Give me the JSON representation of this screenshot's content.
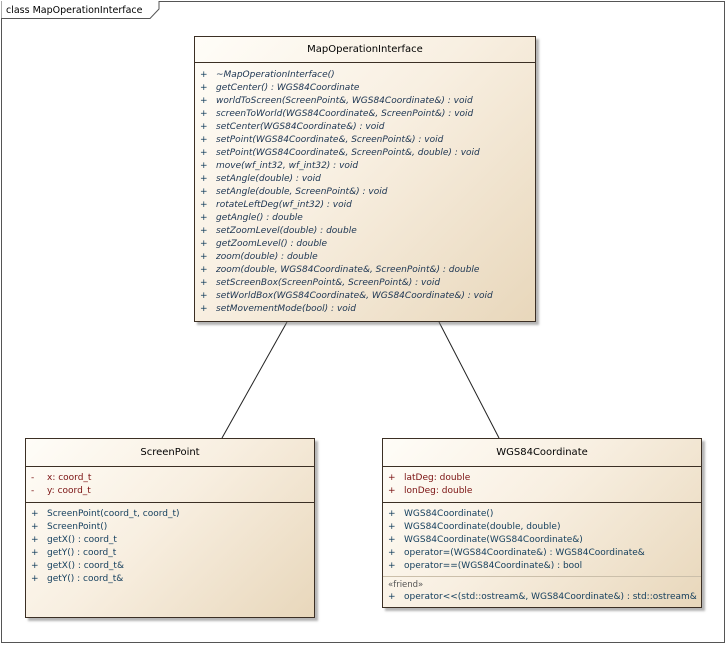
{
  "frame": {
    "label": "class MapOperationInterface"
  },
  "classes": {
    "map_operation_interface": {
      "name": "MapOperationInterface",
      "operations": [
        {
          "vis": "+",
          "sig": "~MapOperationInterface()"
        },
        {
          "vis": "+",
          "sig": "getCenter() : WGS84Coordinate"
        },
        {
          "vis": "+",
          "sig": "worldToScreen(ScreenPoint&, WGS84Coordinate&) : void"
        },
        {
          "vis": "+",
          "sig": "screenToWorld(WGS84Coordinate&, ScreenPoint&) : void"
        },
        {
          "vis": "+",
          "sig": "setCenter(WGS84Coordinate&) : void"
        },
        {
          "vis": "+",
          "sig": "setPoint(WGS84Coordinate&, ScreenPoint&) : void"
        },
        {
          "vis": "+",
          "sig": "setPoint(WGS84Coordinate&, ScreenPoint&, double) : void"
        },
        {
          "vis": "+",
          "sig": "move(wf_int32, wf_int32) : void"
        },
        {
          "vis": "+",
          "sig": "setAngle(double) : void"
        },
        {
          "vis": "+",
          "sig": "setAngle(double, ScreenPoint&) : void"
        },
        {
          "vis": "+",
          "sig": "rotateLeftDeg(wf_int32) : void"
        },
        {
          "vis": "+",
          "sig": "getAngle() : double"
        },
        {
          "vis": "+",
          "sig": "setZoomLevel(double) : double"
        },
        {
          "vis": "+",
          "sig": "getZoomLevel() : double"
        },
        {
          "vis": "+",
          "sig": "zoom(double) : double"
        },
        {
          "vis": "+",
          "sig": "zoom(double, WGS84Coordinate&, ScreenPoint&) : double"
        },
        {
          "vis": "+",
          "sig": "setScreenBox(ScreenPoint&, ScreenPoint&) : void"
        },
        {
          "vis": "+",
          "sig": "setWorldBox(WGS84Coordinate&, WGS84Coordinate&) : void"
        },
        {
          "vis": "+",
          "sig": "setMovementMode(bool) : void"
        }
      ]
    },
    "screen_point": {
      "name": "ScreenPoint",
      "attributes": [
        {
          "vis": "-",
          "sig": "x:  coord_t"
        },
        {
          "vis": "-",
          "sig": "y:  coord_t"
        }
      ],
      "operations": [
        {
          "vis": "+",
          "sig": "ScreenPoint(coord_t, coord_t)"
        },
        {
          "vis": "+",
          "sig": "ScreenPoint()"
        },
        {
          "vis": "+",
          "sig": "getX() : coord_t"
        },
        {
          "vis": "+",
          "sig": "getY() : coord_t"
        },
        {
          "vis": "+",
          "sig": "getX() : coord_t&"
        },
        {
          "vis": "+",
          "sig": "getY() : coord_t&"
        }
      ]
    },
    "wgs84_coordinate": {
      "name": "WGS84Coordinate",
      "attributes": [
        {
          "vis": "+",
          "sig": "latDeg:  double"
        },
        {
          "vis": "+",
          "sig": "lonDeg:  double"
        }
      ],
      "operations": [
        {
          "vis": "+",
          "sig": "WGS84Coordinate()"
        },
        {
          "vis": "+",
          "sig": "WGS84Coordinate(double, double)"
        },
        {
          "vis": "+",
          "sig": "WGS84Coordinate(WGS84Coordinate&)"
        },
        {
          "vis": "+",
          "sig": "operator=(WGS84Coordinate&) : WGS84Coordinate&"
        },
        {
          "vis": "+",
          "sig": "operator==(WGS84Coordinate&) : bool"
        }
      ],
      "friend_stereotype": "«friend»",
      "friend_operations": [
        {
          "vis": "+",
          "sig": "operator<<(std::ostream&, WGS84Coordinate&) : std::ostream&"
        }
      ]
    }
  }
}
